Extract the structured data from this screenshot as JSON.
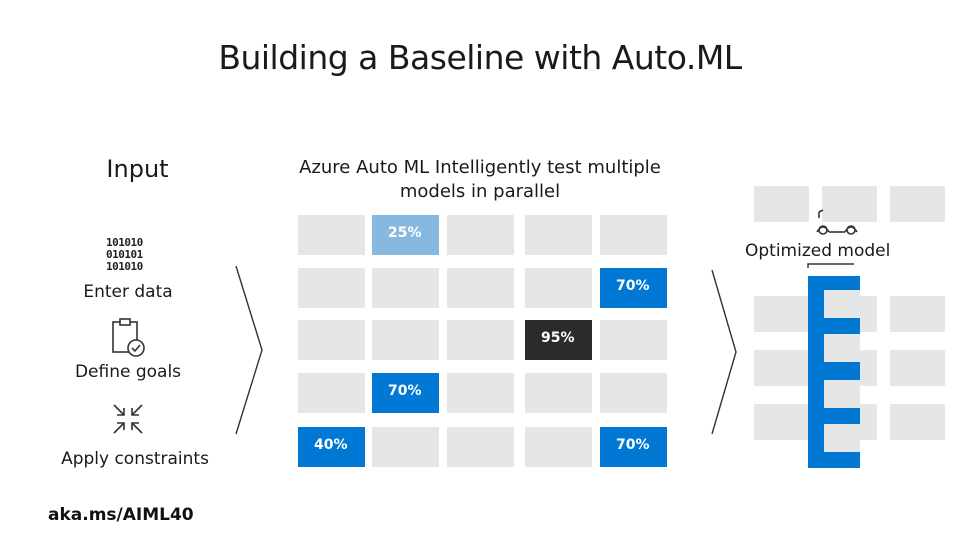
{
  "title": "Building a Baseline with Auto.ML",
  "input": {
    "heading": "Input",
    "steps": [
      {
        "label": "Enter data",
        "icon": "binary-data-icon"
      },
      {
        "label": "Define goals",
        "icon": "clipboard-check-icon"
      },
      {
        "label": "Apply constraints",
        "icon": "arrows-inward-icon"
      }
    ],
    "binary_rows": [
      "101010",
      "010101",
      "101010"
    ]
  },
  "azure": {
    "heading_line1": "Azure Auto ML Intelligently test multiple",
    "heading_line2": "models in parallel",
    "highlights": [
      {
        "row": 0,
        "col": 1,
        "label": "25%",
        "style": "light"
      },
      {
        "row": 1,
        "col": 4,
        "label": "70%",
        "style": "blue"
      },
      {
        "row": 2,
        "col": 3,
        "label": "95%",
        "style": "dark"
      },
      {
        "row": 3,
        "col": 1,
        "label": "70%",
        "style": "blue"
      },
      {
        "row": 4,
        "col": 0,
        "label": "40%",
        "style": "blue"
      },
      {
        "row": 4,
        "col": 4,
        "label": "70%",
        "style": "blue"
      }
    ]
  },
  "output": {
    "label": "Optimized model",
    "icon": "model-icon"
  },
  "footer": {
    "link": "aka.ms/AIML40"
  },
  "colors": {
    "accent": "#0078d4",
    "accent_light": "#86b8e0",
    "dark": "#2b2b2b",
    "cell": "#e6e6e6"
  }
}
